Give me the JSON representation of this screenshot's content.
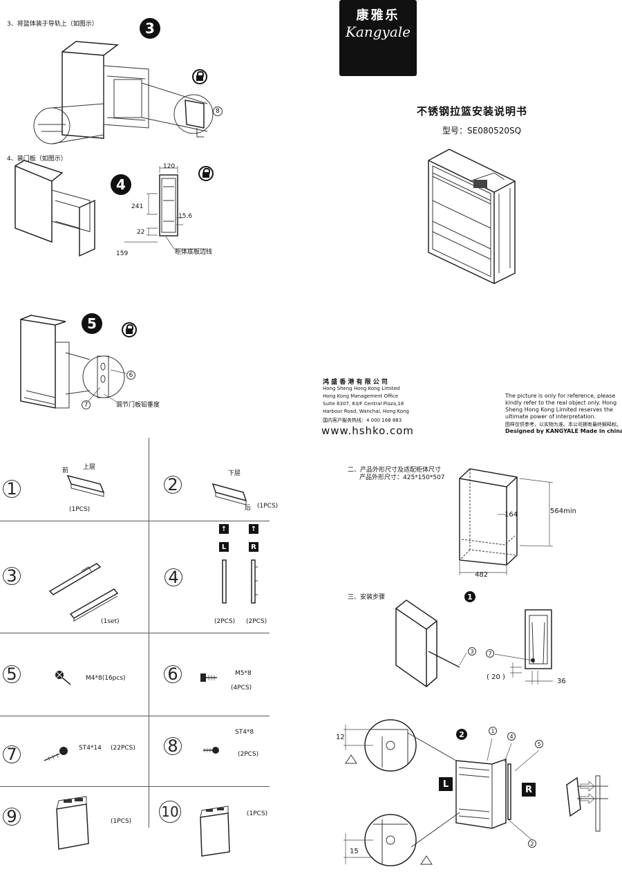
{
  "left_page": {
    "step3_text": "3、将篮体装于导轨上（如图示）",
    "step3_num": "3",
    "step3_part_ref": "8",
    "step4_text": "4、装门板（如图示）",
    "step4_num": "4",
    "step4_dims": {
      "width": "120",
      "d241": "241",
      "d15": "15.6",
      "d22": "22",
      "d159": "159",
      "edge_label": "柜体底板边线"
    },
    "step5_num": "5",
    "step5_refs": [
      "6",
      "7"
    ],
    "step5_label": "调节门板铅垂度"
  },
  "parts": [
    {
      "num": "1",
      "labels": [
        "前",
        "上层"
      ],
      "qty": "(1PCS)"
    },
    {
      "num": "2",
      "labels": [
        "下层",
        "后"
      ],
      "qty": "(1PCS)"
    },
    {
      "num": "3",
      "labels": [],
      "qty": "(1set)"
    },
    {
      "num": "4",
      "labels": [
        "L",
        "R"
      ],
      "qty_left": "(2PCS)",
      "qty_right": "(2PCS)"
    },
    {
      "num": "5",
      "labels": [
        "M4*8(16pcs)"
      ],
      "qty": ""
    },
    {
      "num": "6",
      "labels": [
        "M5*8"
      ],
      "qty": "(4PCS)"
    },
    {
      "num": "7",
      "labels": [
        "ST4*14"
      ],
      "qty": "(22PCS)"
    },
    {
      "num": "8",
      "labels": [
        "ST4*8"
      ],
      "qty": "(2PCS)"
    },
    {
      "num": "9",
      "labels": [],
      "qty": "(1PCS)"
    },
    {
      "num": "10",
      "labels": [],
      "qty": "(1PCS)"
    }
  ],
  "right_page": {
    "logo_cn": "康雅乐",
    "logo_en": "Kangyale",
    "title": "不锈钢拉篮安装说明书",
    "model": "型号：SE080520SQ",
    "company": {
      "cn": "鸿 盛 香 港 有 限 公 司",
      "line1": "Hong Sheng Hong Kong Limited",
      "line2": "Hong Kong Management Office",
      "line3": "Suite 6307, 63/F  Central Plaza,18",
      "line4": "Harbour Road, Wanchai, Hong Kong",
      "hotline": "国内客户服务热线：4 000 168 883",
      "web": "www.hshko.com"
    },
    "disclaimer": {
      "line1": "The picture is only for reference, please",
      "line2": "kindly refer to the real object only. Hong",
      "line3": "Sheng Hong Kong Limited  reserves the",
      "line4": "ultimate power of interpretation.",
      "line5": "图样仅供参考，以实物为准。本公司拥有最终解释权。",
      "line6": "Designed by KANGYALE Made in china"
    },
    "size_section": {
      "heading": "二、产品外形尺寸及适配柜体尺寸",
      "sub": "产品外形尺寸：425*150*507",
      "d164": "164",
      "d564": "564min",
      "d482": "482"
    },
    "install_section": {
      "heading": "三、安装步骤",
      "step1_num": "1",
      "refs": [
        "3",
        "7"
      ],
      "d20": "( 20 )",
      "d36": "36"
    },
    "step2": {
      "num": "2",
      "d12": "12",
      "d15": "15",
      "refs": [
        "1",
        "4",
        "5",
        "2"
      ],
      "left_badge": "L",
      "right_badge": "R"
    }
  }
}
